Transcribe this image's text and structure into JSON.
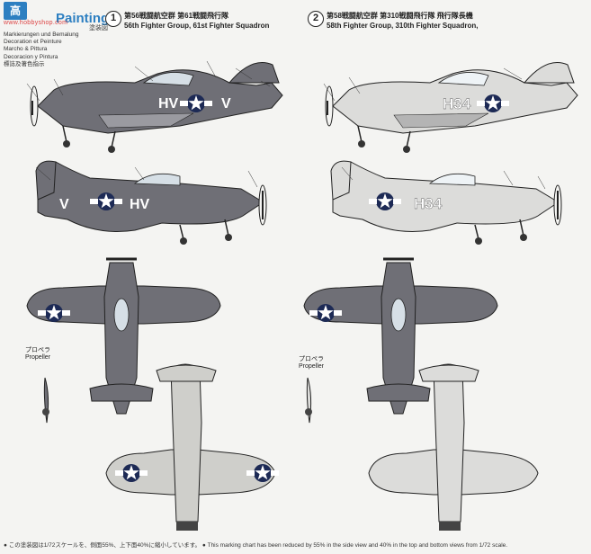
{
  "header": {
    "logo_text": "高",
    "title": "Painting",
    "url_watermark": "www.hobbyshop.com",
    "subtitle_jp": "塗装図",
    "languages": [
      "Markierungen und Bemalung",
      "Decoration et Peinture",
      "Marcho & Pittura",
      "Decoracion y Pintura",
      "標誌及著色指示"
    ]
  },
  "versions": [
    {
      "number": "1",
      "title_jp": "第56戦闘航空群 第61戦闘飛行隊",
      "title_en": "56th Fighter Group, 61st Fighter Squadron",
      "code": "HV"
    },
    {
      "number": "2",
      "title_jp": "第58戦闘航空群 第310戦闘飛行隊 飛行隊長機",
      "title_en": "58th Fighter Group, 310th Fighter Squadron,",
      "code": "H34"
    }
  ],
  "propeller": {
    "label_jp": "プロペラ",
    "label_en": "Propeller"
  },
  "footer": "● この塗装図は1/72スケールを、側面55%、上下面40%に縮小しています。  ● This marking chart has been reduced by 55% in the side view and 40% in the top and bottom views from 1/72 scale.",
  "colors": {
    "fuselage1": "#6f6f76",
    "fuselage2": "#d8d8d6",
    "underside": "#cfcfcb",
    "ink": "#1b1b1b",
    "brand": "#2d7fc1"
  }
}
